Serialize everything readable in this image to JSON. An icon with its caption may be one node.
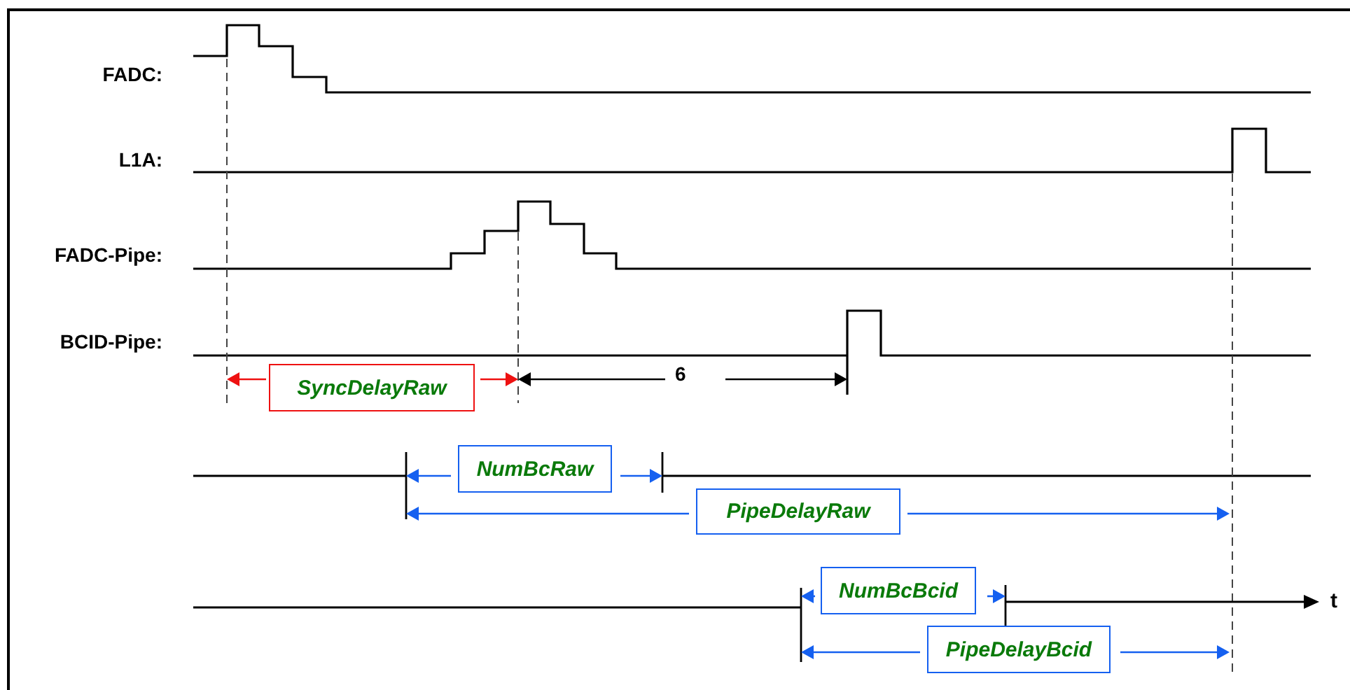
{
  "diagram": {
    "nodes": [
      {
        "text": [
          "SyncDelayRaw"
        ]
      },
      {
        "text": [
          "NumBcRaw"
        ]
      },
      {
        "text": [
          "PipeDelayRaw"
        ]
      },
      {
        "text": [
          "NumBcBcid"
        ]
      },
      {
        "text": [
          "PipeDelayBcid"
        ]
      }
    ],
    "edges": [],
    "labels": [
      "FADC:",
      "L1A:",
      "FADC-Pipe:",
      "BCID-Pipe:",
      "6",
      "t"
    ]
  }
}
